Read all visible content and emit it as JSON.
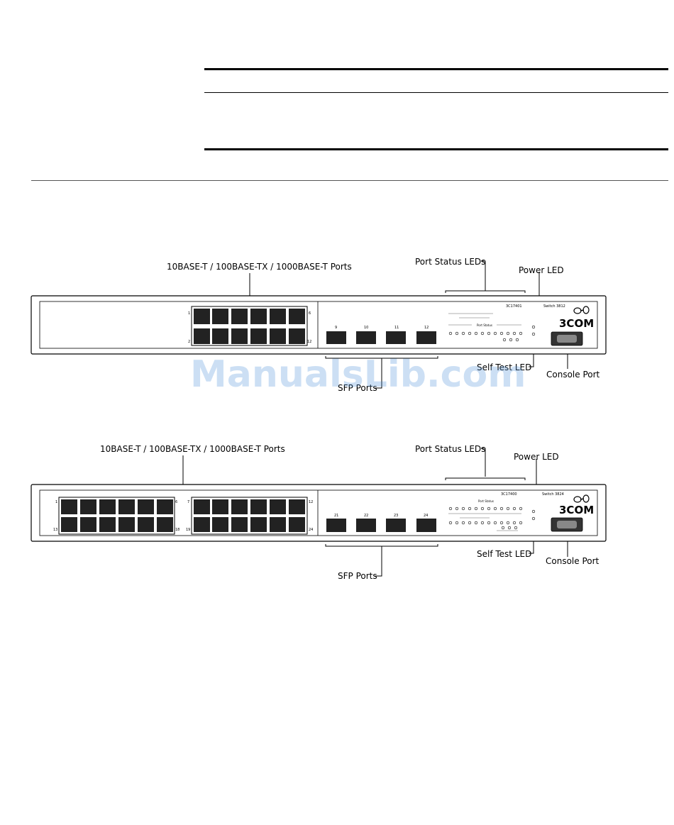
{
  "figure1": {
    "callouts": {
      "ports": "10BASE-T / 100BASE-TX / 1000BASE-T Ports",
      "port_status_leds": "Port Status LEDs",
      "power_led": "Power LED",
      "self_test_led": "Self Test LED",
      "console_port": "Console Port",
      "sfp_ports": "SFP Ports"
    },
    "model": "3C17401",
    "switch_name": "Switch 3812",
    "brand": "3COM",
    "port_status_label": "Port Status",
    "sfp_numbers": [
      "9",
      "10",
      "11",
      "12"
    ],
    "rj45_numbers": {
      "top_left": "1",
      "top_right": "6",
      "bottom_left": "2",
      "bottom_right": "12"
    }
  },
  "figure2": {
    "callouts": {
      "ports": "10BASE-T / 100BASE-TX / 1000BASE-T Ports",
      "port_status_leds": "Port Status LEDs",
      "power_led": "Power LED",
      "self_test_led": "Self Test LED",
      "console_port": "Console Port",
      "sfp_ports": "SFP Ports"
    },
    "model": "3C17400",
    "switch_name": "Switch 3824",
    "brand": "3COM",
    "port_status_label": "Port Status",
    "sfp_numbers": [
      "21",
      "22",
      "23",
      "24"
    ],
    "rj45_numbers": {
      "b1_top_left": "1",
      "b1_top_right": "6",
      "b1_bottom_left": "13",
      "b1_bottom_right": "18",
      "b2_top_left": "7",
      "b2_top_right": "12",
      "b2_bottom_left": "19",
      "b2_bottom_right": "24"
    }
  },
  "watermark": "ManualsLib.com"
}
